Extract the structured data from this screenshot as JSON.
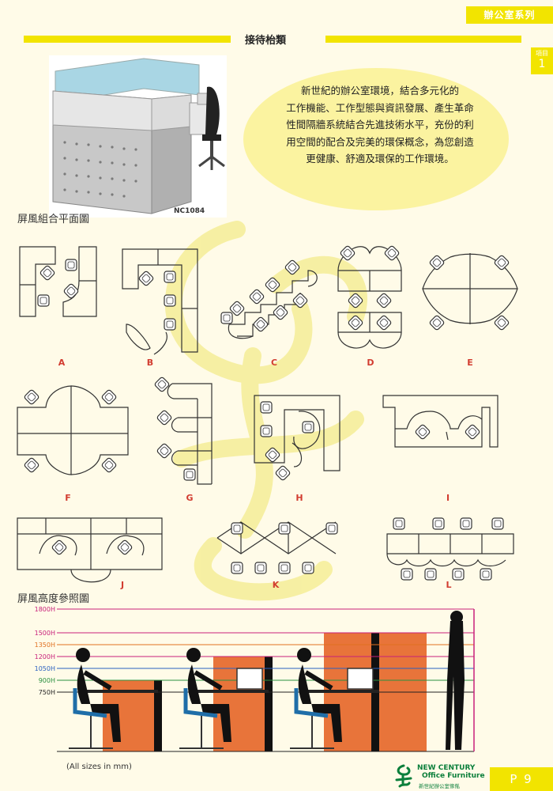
{
  "header": {
    "series": "辦公室系列",
    "title": "接待枱類"
  },
  "side_tab": {
    "line1": "項目",
    "line2": "1"
  },
  "photo": {
    "code": "NC1084"
  },
  "intro": {
    "lines": [
      "新世紀的辦公室環境，結合多元化的",
      "工作機能、工作型態與資訊發展、產生革命",
      "性間隔牆系統結合先進技術水平，充份的利",
      "用空間的配合及完美的環保概念，為您創造",
      "更健康、舒適及環保的工作環境。"
    ]
  },
  "plans": {
    "heading": "屏風組合平面圖",
    "labels": [
      "A",
      "B",
      "C",
      "D",
      "E",
      "F",
      "G",
      "H",
      "I",
      "J",
      "K",
      "L"
    ]
  },
  "heights": {
    "heading": "屏風高度參照圖",
    "levels": [
      "1800H",
      "1500H",
      "1350H",
      "1200H",
      "1050H",
      "900H",
      "750H"
    ],
    "level_values_mm": [
      1800,
      1500,
      1350,
      1200,
      1050,
      900,
      750
    ],
    "level_colors": [
      "#c8207a",
      "#c8207a",
      "#e07020",
      "#c8207a",
      "#2a60c0",
      "#2a9040",
      "#222222"
    ],
    "note": "(All sizes in mm)"
  },
  "footer": {
    "brand_line1": "NEW CENTURY",
    "brand_line2": "Office Furniture",
    "brand_cn": "新世紀辦公室傢俬",
    "page": "P 9"
  },
  "colors": {
    "accent": "#f2e400",
    "panel": "#e8743a",
    "label_red": "#d23c30"
  }
}
